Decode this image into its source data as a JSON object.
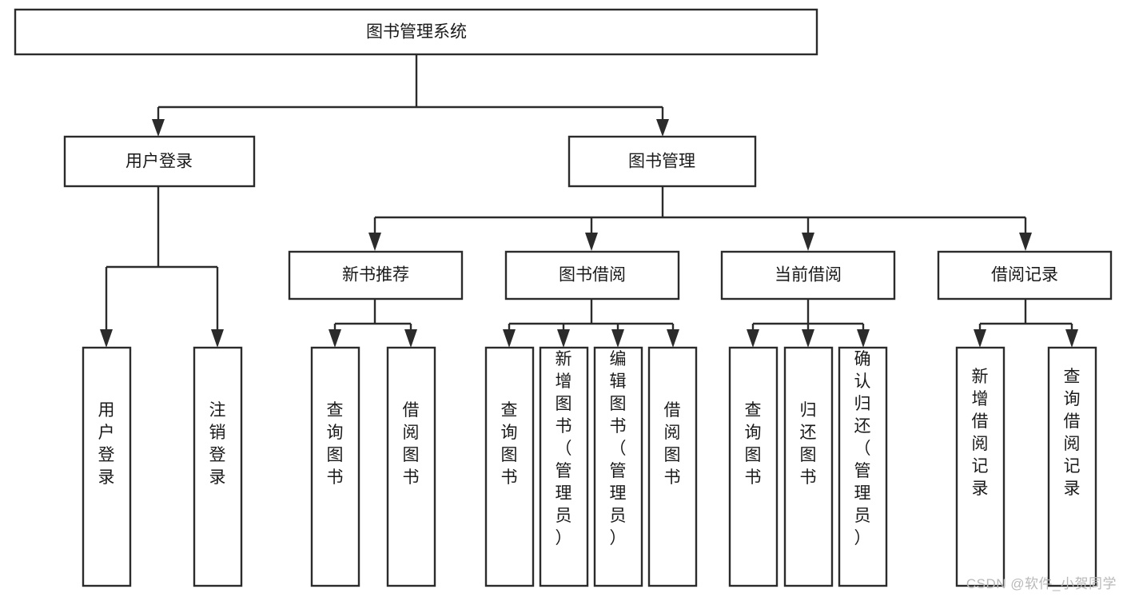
{
  "diagram": {
    "type": "tree-hierarchy-chart",
    "title": "图书管理系统",
    "watermark": "CSDN @软件_小贺同学",
    "colors": {
      "stroke": "#2b2b2b",
      "fill": "#ffffff",
      "text": "#1a1a1a",
      "watermark": "#b9b9b9"
    },
    "levels": {
      "root": {
        "label": "图书管理系统"
      },
      "level1": [
        {
          "label": "用户登录"
        },
        {
          "label": "图书管理"
        }
      ],
      "level2": [
        {
          "label": "新书推荐"
        },
        {
          "label": "图书借阅"
        },
        {
          "label": "当前借阅"
        },
        {
          "label": "借阅记录"
        }
      ],
      "leaves": {
        "user_login": [
          {
            "label": "用户登录"
          },
          {
            "label": "注销登录"
          }
        ],
        "new_book_recommend": [
          {
            "label": "查询图书"
          },
          {
            "label": "借阅图书"
          }
        ],
        "book_borrow": [
          {
            "label": "查询图书"
          },
          {
            "label": "新增图书（管理员）"
          },
          {
            "label": "编辑图书（管理员）"
          },
          {
            "label": "借阅图书"
          }
        ],
        "current_borrow": [
          {
            "label": "查询图书"
          },
          {
            "label": "归还图书"
          },
          {
            "label": "确认归还（管理员）"
          }
        ],
        "borrow_record": [
          {
            "label": "新增借阅记录"
          },
          {
            "label": "查询借阅记录"
          }
        ]
      }
    }
  }
}
